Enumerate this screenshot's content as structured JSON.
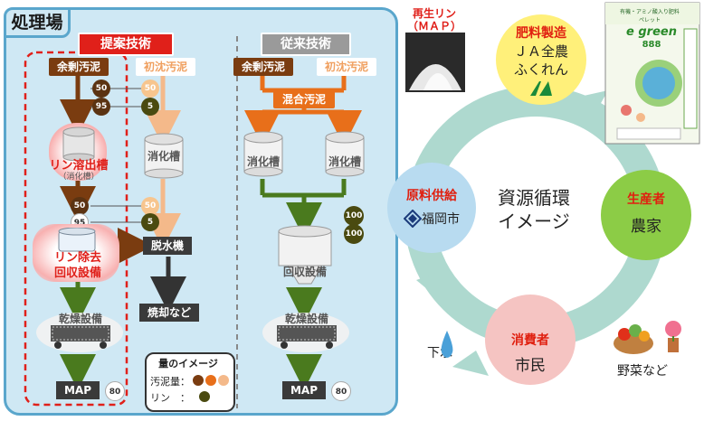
{
  "panel": {
    "title": "処理場",
    "proposed": {
      "header": "提案技術",
      "excess_sludge": "余剰汚泥",
      "primary_sludge": "初沈汚泥",
      "nums_top": [
        "50",
        "95",
        "50",
        "5"
      ],
      "release_tank": "リン溶出槽",
      "release_tank_sub": "（消化槽）",
      "digester": "消化槽",
      "nums_mid": [
        "50",
        "95",
        "50",
        "5"
      ],
      "removal_line1": "リン除去",
      "removal_line2": "回収設備",
      "dewatering": "脱水機",
      "incineration": "焼却など",
      "dryer": "乾燥設備",
      "map": "MAP",
      "map_num": "80"
    },
    "conventional": {
      "header": "従来技術",
      "excess_sludge": "余剰汚泥",
      "primary_sludge": "初沈汚泥",
      "mixed_sludge": "混合汚泥",
      "digester_left": "消化槽",
      "digester_right": "消化槽",
      "nums": [
        "100",
        "100"
      ],
      "recovery": "回収設備",
      "dryer": "乾燥設備",
      "map": "MAP",
      "map_num": "80"
    },
    "legend": {
      "title": "量のイメージ",
      "sludge": "汚泥量：",
      "phosphorus": "リン　："
    }
  },
  "cycle": {
    "center_line1": "資源循環",
    "center_line2": "イメージ",
    "recycled_label_line1": "再生リン",
    "recycled_label_line2": "（ＭＡＰ）",
    "fertilizer": {
      "role": "肥料製造",
      "line1": "ＪＡ全農",
      "line2": "ふくれん"
    },
    "producer": {
      "role": "生産者",
      "name": "農家"
    },
    "consumer": {
      "role": "消費者",
      "name": "市民"
    },
    "supplier": {
      "role": "原料供給",
      "name": "福岡市"
    },
    "sewage": "下水",
    "vegetables": "野菜など",
    "bag": {
      "brand": "e green",
      "num": "888",
      "top": "有機・アミノ酸入り肥料",
      "sub": "ペレット"
    }
  },
  "colors": {
    "brown": "#7a3c10",
    "orange": "#e86f1a",
    "peach": "#f4b98a",
    "green": "#4a7a1e",
    "red": "#e0201a",
    "panel_bg": "#cfe8f4",
    "cycle_teal": "#aed9cf"
  }
}
